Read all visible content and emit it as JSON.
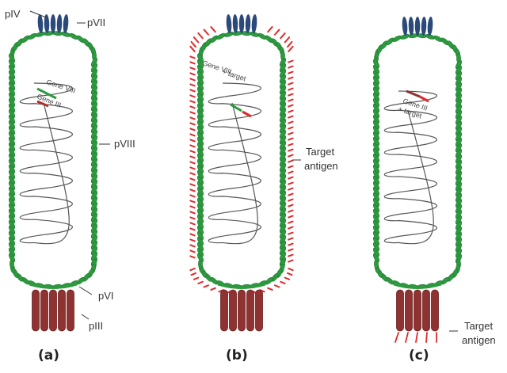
{
  "figure": {
    "colors": {
      "coat_pVIII": "#2e9a3f",
      "coat_pVIII_dark": "#1d7a2e",
      "tip_pVII_pIX": "#2b4a7a",
      "tip_pIII": "#8e3232",
      "antigen": "#e02a2a",
      "dna": "#555555"
    },
    "panels": [
      {
        "id": "a",
        "caption": "(a)",
        "gene_labels": [
          "Gene VIII",
          "Gene III"
        ],
        "protein_labels": {
          "pIV": "pIV",
          "pVII": "pVII",
          "pVIII": "pVIII",
          "pVI": "pVI",
          "pIII": "pIII"
        },
        "display": "none"
      },
      {
        "id": "b",
        "caption": "(b)",
        "gene_labels": [
          "Gene VIII",
          "+ target"
        ],
        "side_label": [
          "Target",
          "antigen"
        ],
        "display": "pVIII"
      },
      {
        "id": "c",
        "caption": "(c)",
        "gene_labels": [
          "Gene III",
          "+ target"
        ],
        "side_label": [
          "Target",
          "antigen"
        ],
        "display": "pIII"
      }
    ]
  }
}
